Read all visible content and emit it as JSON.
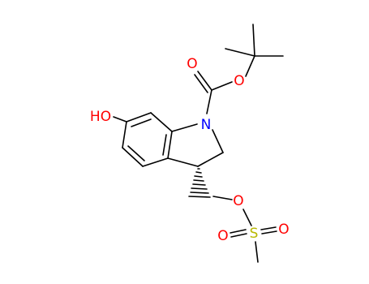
{
  "molecule": {
    "atoms": {
      "N1": {
        "symbol": "N"
      },
      "O_carbonyl": {
        "symbol": "O"
      },
      "O_ester": {
        "symbol": "O"
      },
      "O_hydroxyl": {
        "symbol": "HO"
      },
      "O_ether": {
        "symbol": "O"
      },
      "S": {
        "symbol": "S"
      },
      "O_sulfonyl_left": {
        "symbol": "O"
      },
      "O_sulfonyl_right": {
        "symbol": "O"
      }
    },
    "colors": {
      "N": "#0000ff",
      "O": "#ff0000",
      "S": "#b8b800",
      "bond": "#000000"
    }
  }
}
